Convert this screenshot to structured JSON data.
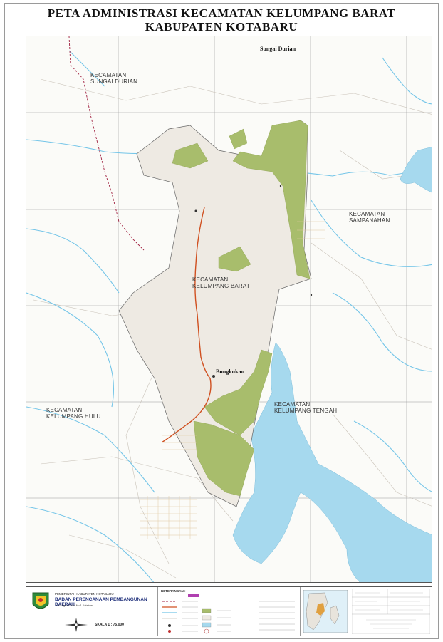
{
  "title": {
    "line1": "PETA ADMINISTRASI KECAMATAN KELUMPANG BARAT",
    "line2": "KABUPATEN KOTABARU"
  },
  "map": {
    "regions": {
      "sungai_durian": [
        "KECAMATAN",
        "SUNGAI DURIAN"
      ],
      "sampanahan": [
        "KECAMATAN",
        "SAMPANAHAN"
      ],
      "kelumpang_barat": [
        "KECAMATAN",
        "KELUMPANG BARAT"
      ],
      "kelumpang_hulu": [
        "KECAMATAN",
        "KELUMPANG HULU"
      ],
      "kelumpang_tengah": [
        "KECAMATAN",
        "KELUMPANG TENGAH"
      ]
    },
    "towns": {
      "sungai_durian": "Sungai Durian",
      "bungkukan": "Bungkukan"
    },
    "colors": {
      "water": "#a6d9ee",
      "forest": "#a8bd6c",
      "district": "#eeeae3",
      "boundary": "#a02040",
      "road": "#d05020",
      "river": "#74c5e8"
    }
  },
  "footer": {
    "government": "PEMERINTAH KABUPATEN KOTABARU",
    "agency": "BADAN PERENCANAAN PEMBANGUNAN DAERAH",
    "address": "Jl. H. Agus Salim No.1 Kotabaru",
    "scale": "SKALA 1 : 75.000",
    "legend_title": "KETERANGAN :"
  }
}
